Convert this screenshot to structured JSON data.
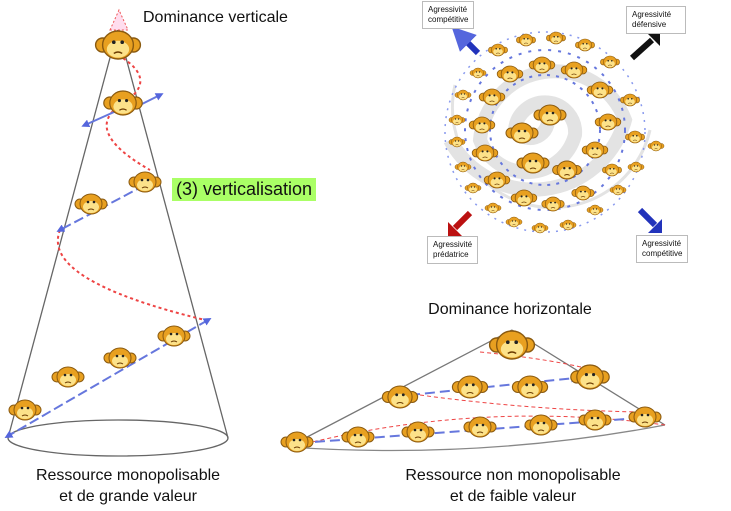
{
  "titles": {
    "vertical": "Dominance verticale",
    "horizontal": "Dominance horizontale",
    "verticalisation": "(3) verticalisation"
  },
  "captions": {
    "left_line1": "Ressource monopolisable",
    "left_line2": "et de grande valeur",
    "right_line1": "Ressource non monopolisable",
    "right_line2": "et de faible valeur"
  },
  "aggression_labels": {
    "top_left": [
      "Agressivité",
      "compétitive"
    ],
    "top_right": [
      "Agressivité",
      "défensive"
    ],
    "bottom_left": [
      "Agressivité",
      "prédatrice"
    ],
    "bottom_right": [
      "Agressivité",
      "compétitive"
    ]
  },
  "colors": {
    "highlight": "#aaff66",
    "arrow_blue": "#2233bb",
    "arrow_black": "#111111",
    "arrow_red": "#bb1111",
    "spiral_gray": "#e3e3e3",
    "dashed_red": "#ee4444",
    "monkey_face": "#f5c542"
  }
}
